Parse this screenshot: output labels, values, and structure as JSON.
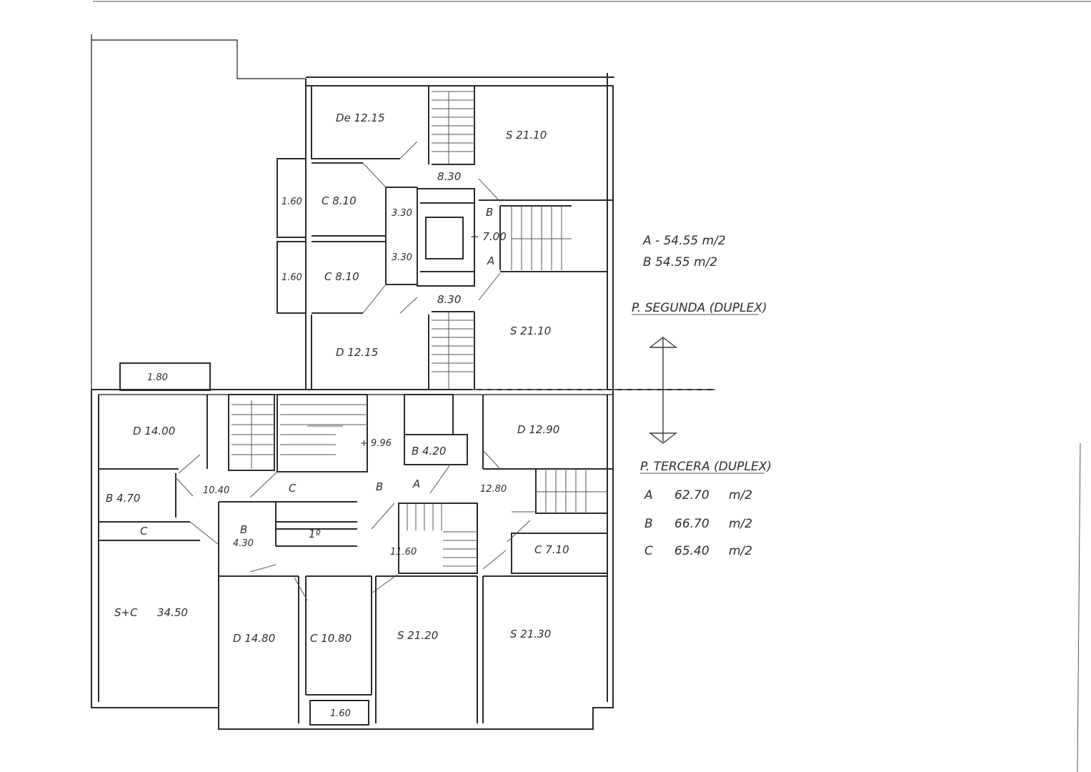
{
  "rooms": [
    {
      "id": "upper-d-top",
      "label": "De 12.15"
    },
    {
      "id": "upper-s-top",
      "label": "S 21.10"
    },
    {
      "id": "upper-balcony-1",
      "label": "1.60"
    },
    {
      "id": "upper-c-1",
      "label": "C 8.10"
    },
    {
      "id": "upper-corr-top",
      "label": "8.30"
    },
    {
      "id": "upper-bath-1",
      "label": "3.30"
    },
    {
      "id": "upper-b",
      "label": "B"
    },
    {
      "id": "upper-landing",
      "label": "+ 7.00"
    },
    {
      "id": "upper-a",
      "label": "A"
    },
    {
      "id": "upper-balcony-2",
      "label": "1.60"
    },
    {
      "id": "upper-c-2",
      "label": "C 8.10"
    },
    {
      "id": "upper-bath-2",
      "label": "3.30"
    },
    {
      "id": "upper-corr-bottom",
      "label": "8.30"
    },
    {
      "id": "upper-s-bottom",
      "label": "S 21.10"
    },
    {
      "id": "upper-d-bottom",
      "label": "D 12.15"
    },
    {
      "id": "lower-terrace",
      "label": "1.80"
    },
    {
      "id": "lower-d-left",
      "label": "D 14.00"
    },
    {
      "id": "lower-landing",
      "label": "+ 9.96"
    },
    {
      "id": "lower-b-center",
      "label": "B 4.20"
    },
    {
      "id": "lower-d-right",
      "label": "D 12.90"
    },
    {
      "id": "lower-b-left",
      "label": "B 4.70"
    },
    {
      "id": "lower-hall-left",
      "label": "10.40"
    },
    {
      "id": "lower-c-mark",
      "label": "C"
    },
    {
      "id": "lower-b-mark",
      "label": "B"
    },
    {
      "id": "lower-a-mark",
      "label": "A"
    },
    {
      "id": "lower-hall-right",
      "label": "12.80"
    },
    {
      "id": "lower-c-left",
      "label": "C"
    },
    {
      "id": "lower-b-small-1",
      "label": "B"
    },
    {
      "id": "lower-b-small-2",
      "label": "4.30"
    },
    {
      "id": "lower-first",
      "label": "1º"
    },
    {
      "id": "lower-hall-center",
      "label": "11.60"
    },
    {
      "id": "lower-c-right",
      "label": "C 7.10"
    },
    {
      "id": "lower-sc",
      "label": "S+C"
    },
    {
      "id": "lower-sc-area",
      "label": "34.50"
    },
    {
      "id": "lower-d-bottom",
      "label": "D 14.80"
    },
    {
      "id": "lower-c-bottom",
      "label": "C 10.80"
    },
    {
      "id": "lower-s-bottom-1",
      "label": "S 21.20"
    },
    {
      "id": "lower-s-bottom-2",
      "label": "S 21.30"
    },
    {
      "id": "lower-balcony",
      "label": "1.60"
    }
  ],
  "legend_upper": {
    "line_a": "A - 54.55 m/2",
    "line_b": "B 54.55 m/2",
    "title": "P. SEGUNDA (DUPLEX)"
  },
  "legend_lower": {
    "title": "P. TERCERA (DUPLEX)",
    "a_key": "A",
    "a_val": "62.70",
    "a_unit": "m/2",
    "b_key": "B",
    "b_val": "66.70",
    "b_unit": "m/2",
    "c_key": "C",
    "c_val": "65.40",
    "c_unit": "m/2"
  }
}
